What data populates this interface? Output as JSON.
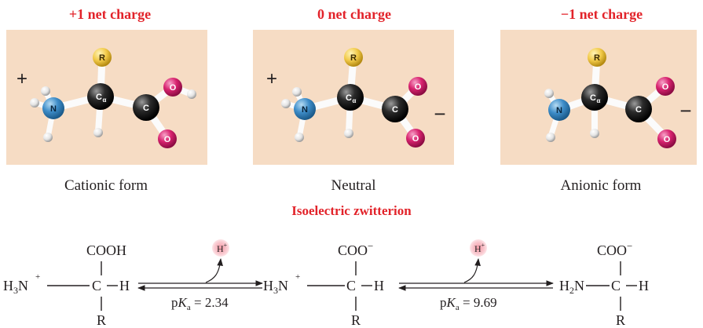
{
  "forms": [
    {
      "charge_title": "+1 net charge",
      "label": "Cationic form",
      "sign_left": "+",
      "sign_right": ""
    },
    {
      "charge_title": "0 net charge",
      "label": "Neutral",
      "sign_left": "+",
      "sign_right": "−"
    },
    {
      "charge_title": "−1 net charge",
      "label": "Anionic form",
      "sign_left": "",
      "sign_right": "−"
    }
  ],
  "atoms": {
    "r": "R",
    "n": "N",
    "c_alpha": "C",
    "alpha": "α",
    "c": "C",
    "o": "O"
  },
  "zwitterion_title": "Isoelectric zwitterion",
  "equation": {
    "left": {
      "top": "COOH",
      "pre": "H",
      "sub": "3",
      "n": "N",
      "charge": "+",
      "c": "C",
      "h": "H",
      "bottom": "R"
    },
    "middle": {
      "top": "COO",
      "top_charge": "−",
      "pre": "H",
      "sub": "3",
      "n": "N",
      "charge": "+",
      "c": "C",
      "h": "H",
      "bottom": "R"
    },
    "right": {
      "top": "COO",
      "top_charge": "−",
      "pre": "H",
      "sub": "2",
      "n": "N",
      "c": "C",
      "h": "H",
      "bottom": "R"
    },
    "proton": {
      "symbol": "H",
      "charge": "+"
    },
    "pka1": {
      "p": "p",
      "k": "K",
      "sub": "a",
      "value": " = 2.34"
    },
    "pka2": {
      "p": "p",
      "k": "K",
      "sub": "a",
      "value": " = 9.69"
    }
  }
}
